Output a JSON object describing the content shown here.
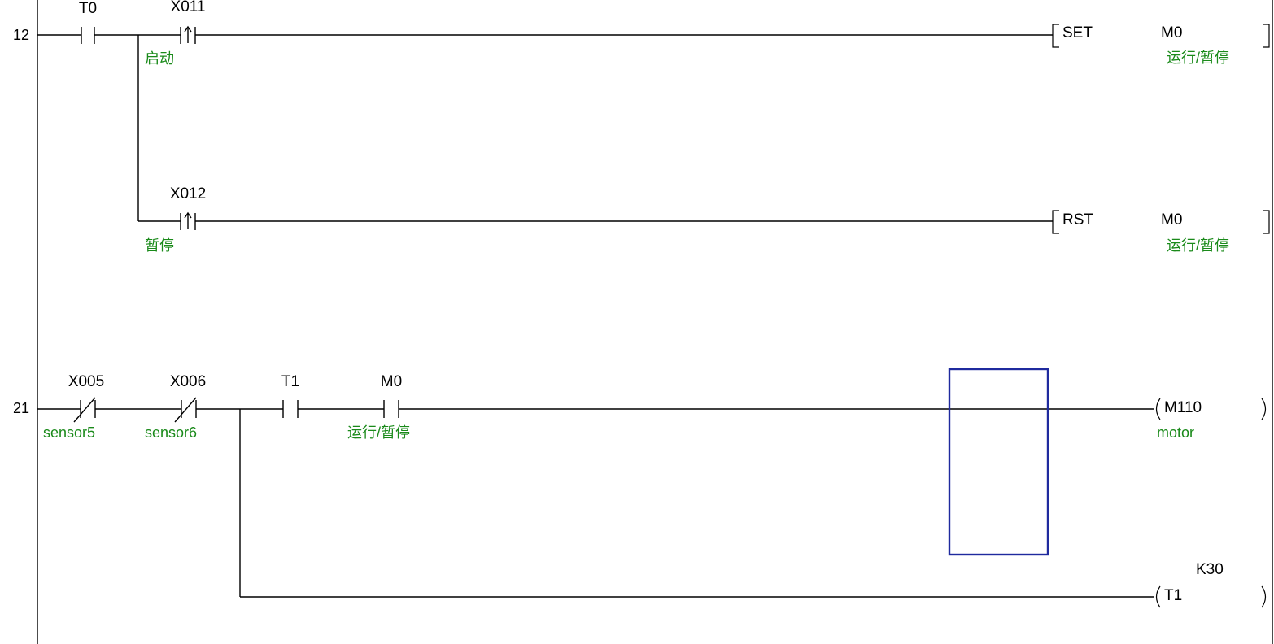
{
  "editor": {
    "cursor_color": "#1f2a9e",
    "comment_color": "#1a8a1a"
  },
  "rungs": [
    {
      "step": "12",
      "contacts": [
        {
          "device": "T0",
          "type": "normally-open",
          "comment": ""
        },
        {
          "device": "X011",
          "type": "rising-edge",
          "comment": "启动"
        },
        {
          "device": "X012",
          "type": "rising-edge",
          "comment": "暂停"
        }
      ],
      "outputs": [
        {
          "instruction": "SET",
          "device": "M0",
          "comment": "运行/暂停"
        },
        {
          "instruction": "RST",
          "device": "M0",
          "comment": "运行/暂停"
        }
      ]
    },
    {
      "step": "21",
      "contacts": [
        {
          "device": "X005",
          "type": "normally-closed",
          "comment": "sensor5"
        },
        {
          "device": "X006",
          "type": "normally-closed",
          "comment": "sensor6"
        },
        {
          "device": "T1",
          "type": "normally-open",
          "comment": ""
        },
        {
          "device": "M0",
          "type": "normally-open",
          "comment": "运行/暂停"
        }
      ],
      "outputs": [
        {
          "instruction": "",
          "device": "M110",
          "comment": "motor",
          "setpoint": ""
        },
        {
          "instruction": "",
          "device": "T1",
          "comment": "",
          "setpoint": "K30"
        }
      ]
    }
  ]
}
